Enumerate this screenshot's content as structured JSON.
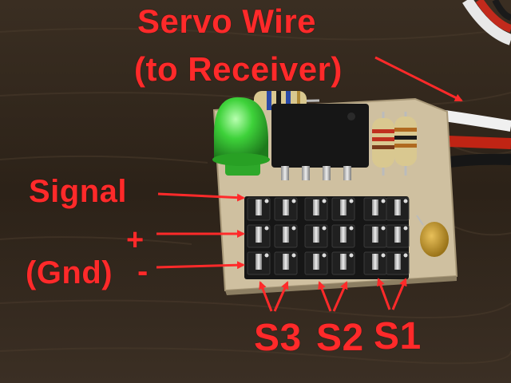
{
  "labels": {
    "servo_wire": "Servo Wire",
    "to_receiver": "(to Receiver)",
    "signal": "Signal",
    "plus": "+",
    "gnd": "(Gnd)",
    "minus": "-",
    "s3": "S3",
    "s2": "S2",
    "s1": "S1"
  },
  "colors": {
    "label_red": "#ff2a2a",
    "led_green": "#34c030",
    "board": "#cfc0a0",
    "header_black": "#161616"
  }
}
